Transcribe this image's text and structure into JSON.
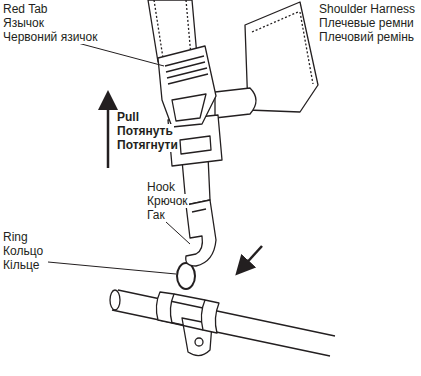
{
  "diagram": {
    "labels": [
      "Red Tab",
      "Язычок",
      "Червоний язичок",
      "Shoulder Harness",
      "Плечевые ремни",
      "Плечовий ремінь",
      "Pull",
      "Потянуть",
      "Потягнути",
      "Hook",
      "Крючок",
      "Гак",
      "Ring",
      "Кольцо",
      "Кільце"
    ]
  }
}
